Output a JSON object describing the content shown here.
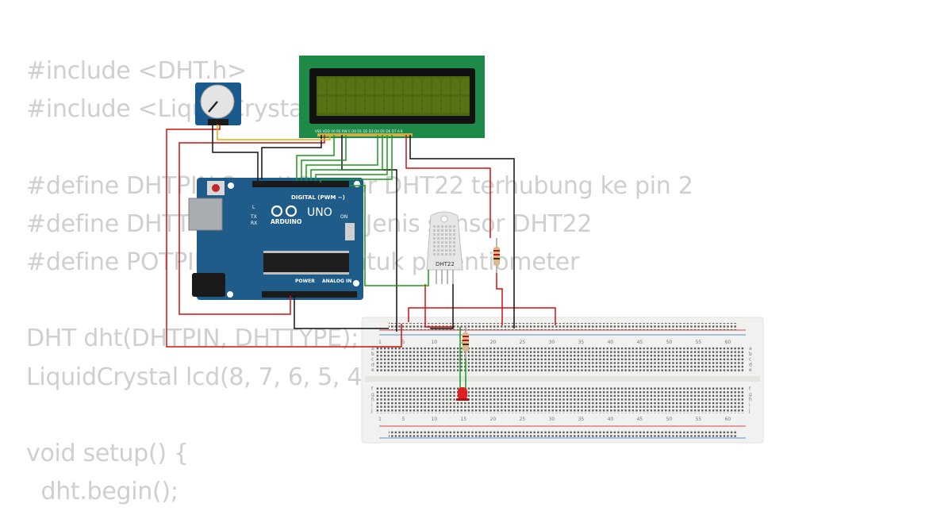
{
  "code_lines": [
    "#include <DHT.h>",
    "#include <LiquidCrystal.h>",
    "",
    "#define DHTPIN 2     // Sensor DHT22 terhubung ke pin 2",
    "#define DHTTYPE DHT22   // Jenis sensor DHT22",
    "#define POTPIN A0   // Pin untuk potentiometer",
    "",
    "DHT dht(DHTPIN, DHTTYPE);",
    "LiquidCrystal lcd(8, 7, 6, 5, 4, 3);",
    "",
    "void setup() {",
    "  dht.begin();"
  ],
  "lcd": {
    "pin_labels": "VSS VDD V0 RS RW E  D0 D1 D2 D3 D4 D5 D6 D7  A  K"
  },
  "arduino": {
    "model": "UNO",
    "brand": "ARDUINO",
    "digital_label": "DIGITAL (PWM ~)",
    "power_label": "POWER",
    "analog_label": "ANALOG IN",
    "on_label": "ON",
    "tx_label": "TX",
    "rx_label": "RX",
    "l_label": "L"
  },
  "dht": {
    "label": "DHT22"
  },
  "breadboard": {
    "column_numbers": [
      "1",
      "5",
      "10",
      "15",
      "20",
      "25",
      "30",
      "35",
      "40",
      "45",
      "50",
      "55",
      "60"
    ],
    "row_letters_top": [
      "a",
      "b",
      "c",
      "d",
      "e"
    ],
    "row_letters_bottom": [
      "f",
      "g",
      "h",
      "i",
      "j"
    ]
  },
  "colors": {
    "code_text": "#cfcfcf",
    "lcd_board": "#1d8a4a",
    "lcd_screen": "#4c6a10",
    "arduino_board": "#1f5c8a",
    "pot_board": "#1a5a8c",
    "breadboard": "#f1f1ef",
    "wire_red": "#d01010",
    "wire_black": "#111111",
    "wire_green": "#1a9a1a",
    "wire_yellow": "#e0b000",
    "led": "#e02020"
  }
}
